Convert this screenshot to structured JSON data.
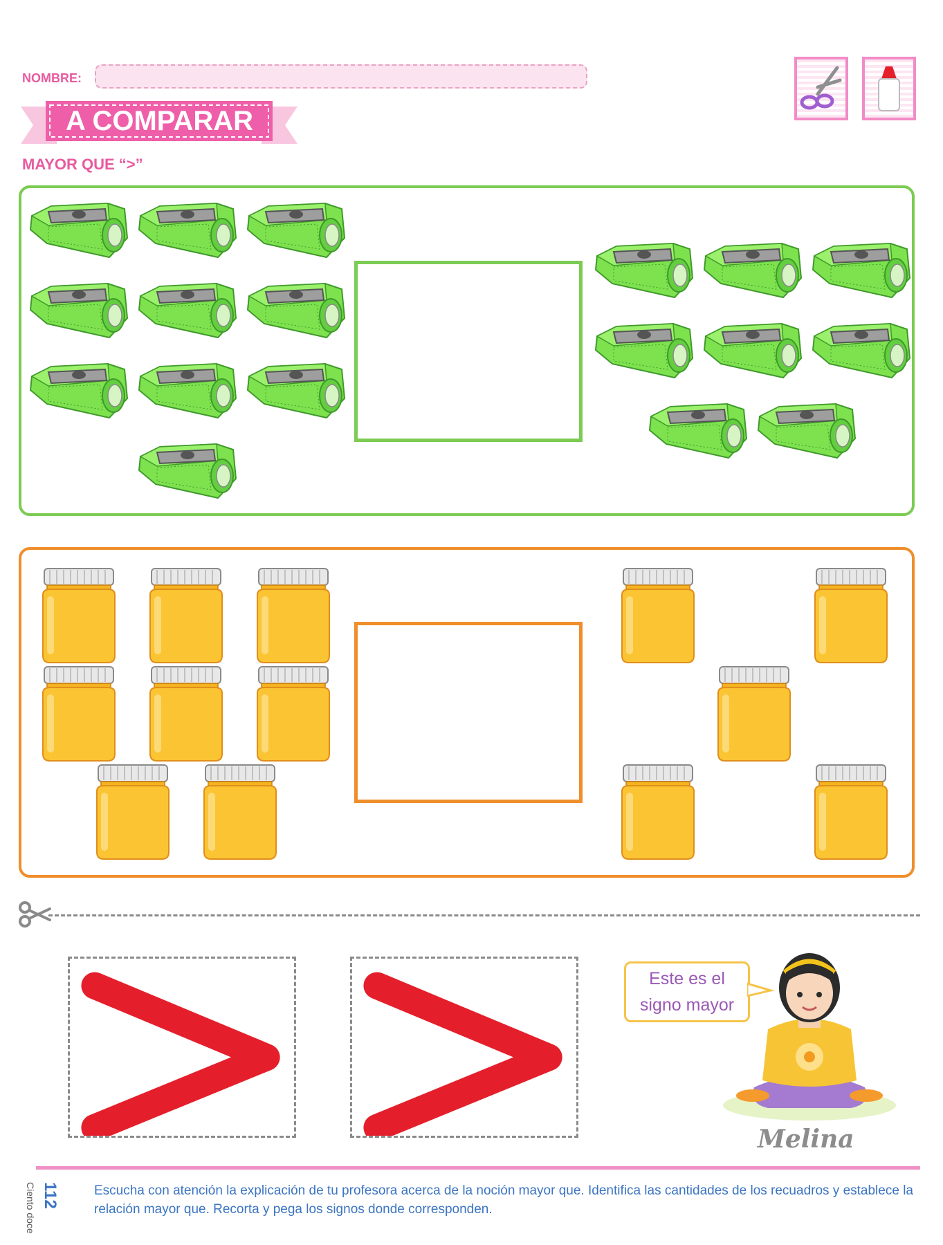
{
  "header": {
    "name_label": "NOMBRE:",
    "title": "A COMPARAR",
    "subtitle": "MAYOR QUE “>”"
  },
  "tools": [
    "scissors-icon",
    "glue-icon"
  ],
  "colors": {
    "pink": "#e85aa0",
    "green": "#7ccb53",
    "orange": "#ef8f2c",
    "sign_red": "#e41f2b",
    "blue": "#3b74c3"
  },
  "exercise_1": {
    "object": "sharpener",
    "left_count": 10,
    "right_count": 8
  },
  "exercise_2": {
    "object": "jar",
    "left_count": 8,
    "right_count": 5
  },
  "cutouts": {
    "sign": ">",
    "count": 2
  },
  "character": {
    "speech": "Este es el signo mayor",
    "name": "Melina"
  },
  "footer": {
    "page_number": "112",
    "page_words": "Ciento doce",
    "instructions": "Escucha con atención la explicación de tu profesora acerca de la noción mayor que. Identifica las cantidades de los recuadros y establece la relación mayor que. Recorta y pega los signos donde corresponden."
  }
}
